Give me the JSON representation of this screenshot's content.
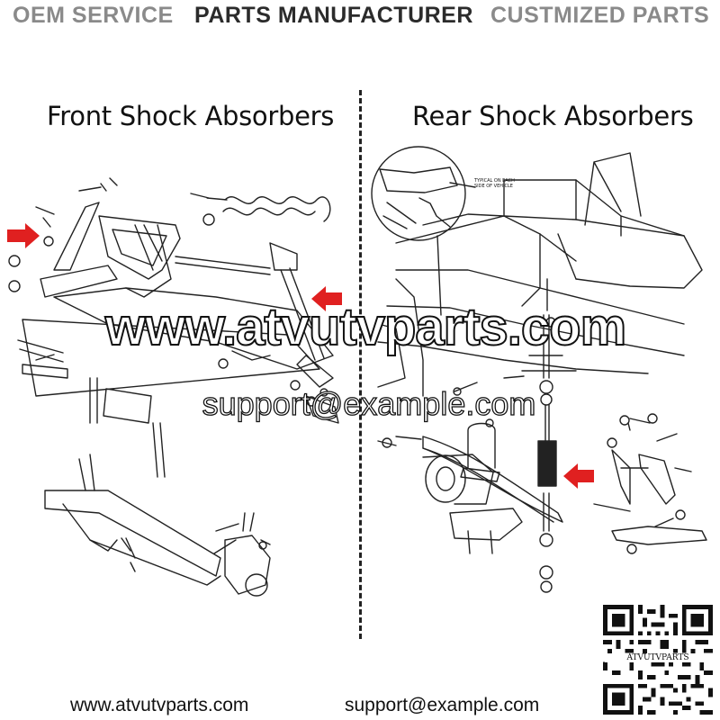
{
  "header": {
    "tags": [
      "OEM SERVICE",
      "PARTS MANUFACTURER",
      "CUSTMIZED PARTS"
    ]
  },
  "panels": {
    "left_title": "Front Shock Absorbers",
    "right_title": "Rear Shock Absorbers",
    "callout_text": "TYPICAL ON EACH SIDE OF VEHICLE"
  },
  "watermark": {
    "site": "www.atvutvparts.com",
    "email": "support@example.com"
  },
  "footer": {
    "website": "www.atvutvparts.com",
    "email": "support@example.com"
  },
  "qr": {
    "label": "ATVUTVPARTS"
  },
  "colors": {
    "arrow": "#e02020",
    "line": "#222222",
    "tag_gray": "#8a8a8a",
    "tag_dark": "#2b2b2b"
  }
}
